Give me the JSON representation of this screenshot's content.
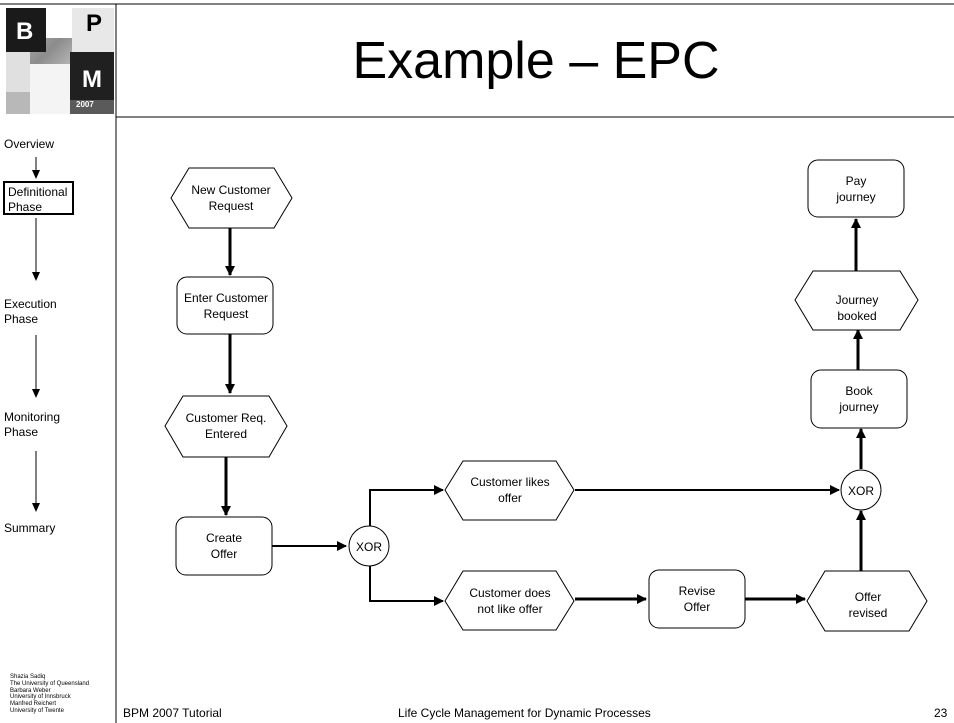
{
  "slide": {
    "title": "Example – EPC",
    "logo": {
      "letters": [
        "B",
        "P",
        "M"
      ],
      "year": "2007"
    }
  },
  "sidebar": {
    "items": [
      {
        "label": "Overview"
      },
      {
        "label": "Definitional Phase",
        "selected": true
      },
      {
        "label": "Execution Phase"
      },
      {
        "label": "Monitoring Phase"
      },
      {
        "label": "Summary"
      }
    ],
    "authors": [
      "Shazia Sadiq",
      "The University of Queensland",
      "Barbara Weber",
      "University of Innsbruck",
      "Manfred Reichert",
      "University of Twente"
    ]
  },
  "diagram": {
    "nodes": {
      "new_customer_request": {
        "type": "event",
        "lines": [
          "New Customer",
          "Request"
        ]
      },
      "enter_customer_request": {
        "type": "function",
        "lines": [
          "Enter Customer",
          "Request"
        ]
      },
      "customer_req_entered": {
        "type": "event",
        "lines": [
          "Customer  Req.",
          "Entered"
        ]
      },
      "create_offer": {
        "type": "function",
        "lines": [
          "Create",
          "Offer"
        ]
      },
      "xor_split": {
        "type": "connector",
        "label": "XOR"
      },
      "customer_likes_offer": {
        "type": "event",
        "lines": [
          "Customer likes",
          "offer"
        ]
      },
      "customer_does_not_like_offer": {
        "type": "event",
        "lines": [
          "Customer does",
          "not like offer"
        ]
      },
      "revise_offer": {
        "type": "function",
        "lines": [
          "Revise",
          "Offer"
        ]
      },
      "offer_revised": {
        "type": "event",
        "lines": [
          "Offer",
          "revised"
        ]
      },
      "xor_join": {
        "type": "connector",
        "label": "XOR"
      },
      "book_journey": {
        "type": "function",
        "lines": [
          "Book",
          "journey"
        ]
      },
      "journey_booked": {
        "type": "event",
        "lines": [
          "Journey",
          "booked"
        ]
      },
      "pay_journey": {
        "type": "function",
        "lines": [
          "Pay",
          "journey"
        ]
      }
    },
    "edges": [
      [
        "new_customer_request",
        "enter_customer_request"
      ],
      [
        "enter_customer_request",
        "customer_req_entered"
      ],
      [
        "customer_req_entered",
        "create_offer"
      ],
      [
        "create_offer",
        "xor_split"
      ],
      [
        "xor_split",
        "customer_likes_offer"
      ],
      [
        "xor_split",
        "customer_does_not_like_offer"
      ],
      [
        "customer_does_not_like_offer",
        "revise_offer"
      ],
      [
        "revise_offer",
        "offer_revised"
      ],
      [
        "offer_revised",
        "xor_join"
      ],
      [
        "customer_likes_offer",
        "xor_join"
      ],
      [
        "xor_join",
        "book_journey"
      ],
      [
        "book_journey",
        "journey_booked"
      ],
      [
        "journey_booked",
        "pay_journey"
      ]
    ]
  },
  "footer": {
    "left": "BPM 2007 Tutorial",
    "center": "Life Cycle Management for Dynamic Processes",
    "page": "23"
  }
}
